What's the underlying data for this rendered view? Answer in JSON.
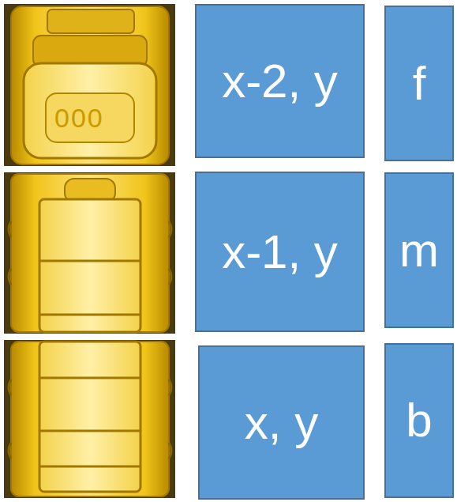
{
  "diagram": {
    "nodes": [
      {
        "text": [
          "x-2, y"
        ]
      },
      {
        "text": [
          "f"
        ]
      },
      {
        "text": [
          "x-1, y"
        ]
      },
      {
        "text": [
          "m"
        ]
      },
      {
        "text": [
          "x, y"
        ]
      },
      {
        "text": [
          "b"
        ]
      }
    ],
    "labels": [
      "000"
    ]
  }
}
